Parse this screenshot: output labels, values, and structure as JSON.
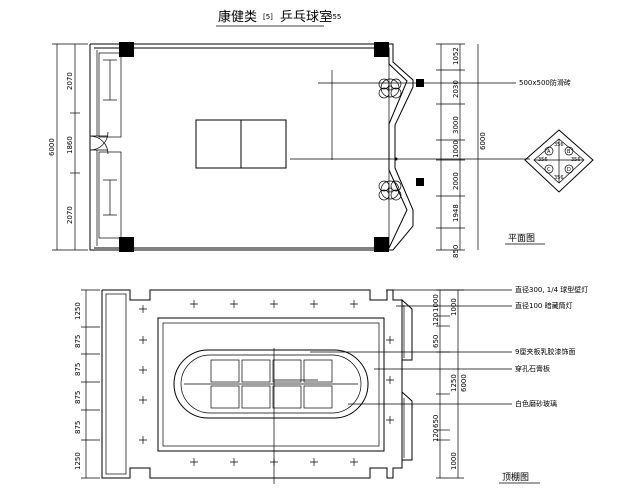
{
  "title": {
    "category": "康健类",
    "number": "[5]",
    "name": "乒乓球室",
    "code": "355"
  },
  "floor_plan": {
    "caption": "平面图",
    "left_dims": [
      "2070",
      "1860",
      "2070"
    ],
    "left_total": "6000",
    "right_dims": [
      "1052",
      "2030",
      "3000",
      "1000",
      "2000",
      "1948",
      "850"
    ],
    "right_total": "6000",
    "note": "500x500防滑砖",
    "tile_labels": [
      "356",
      "356",
      "356",
      "356"
    ],
    "tile_letters": [
      "A",
      "B",
      "C",
      "D"
    ]
  },
  "ceiling_plan": {
    "caption": "顶棚图",
    "left_dims": [
      "1250",
      "875",
      "875",
      "875",
      "875",
      "1250"
    ],
    "right_dims": [
      "1000",
      "120",
      "650",
      "1000",
      "1250",
      "650",
      "120",
      "1000"
    ],
    "right_total": "6000",
    "notes": [
      "直径300, 1/4 球型壁灯",
      "直径100 暗藏筒灯",
      "9厘夹板乳胶漆饰面",
      "穿孔石膏板",
      "白色磨砂玻璃"
    ]
  }
}
